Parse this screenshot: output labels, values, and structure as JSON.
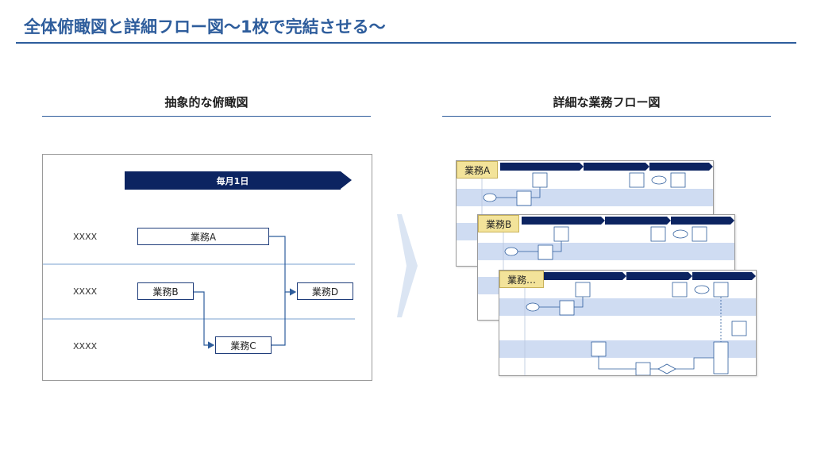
{
  "header": {
    "title": "全体俯瞰図と詳細フロー図～1枚で完結させる～"
  },
  "left": {
    "title": "抽象的な俯瞰図",
    "banner": "毎月1日",
    "rows": [
      "XXXX",
      "XXXX",
      "XXXX"
    ],
    "tasks": {
      "a": "業務A",
      "b": "業務B",
      "c": "業務C",
      "d": "業務D"
    }
  },
  "right": {
    "title": "詳細な業務フロー図",
    "sheets": [
      {
        "label": "業務A"
      },
      {
        "label": "業務B"
      },
      {
        "label": "業務…"
      }
    ]
  },
  "colors": {
    "accent": "#2e5d9c",
    "navy": "#0c2461",
    "lane": "#cfdcf2",
    "tab": "#f3e39a"
  }
}
